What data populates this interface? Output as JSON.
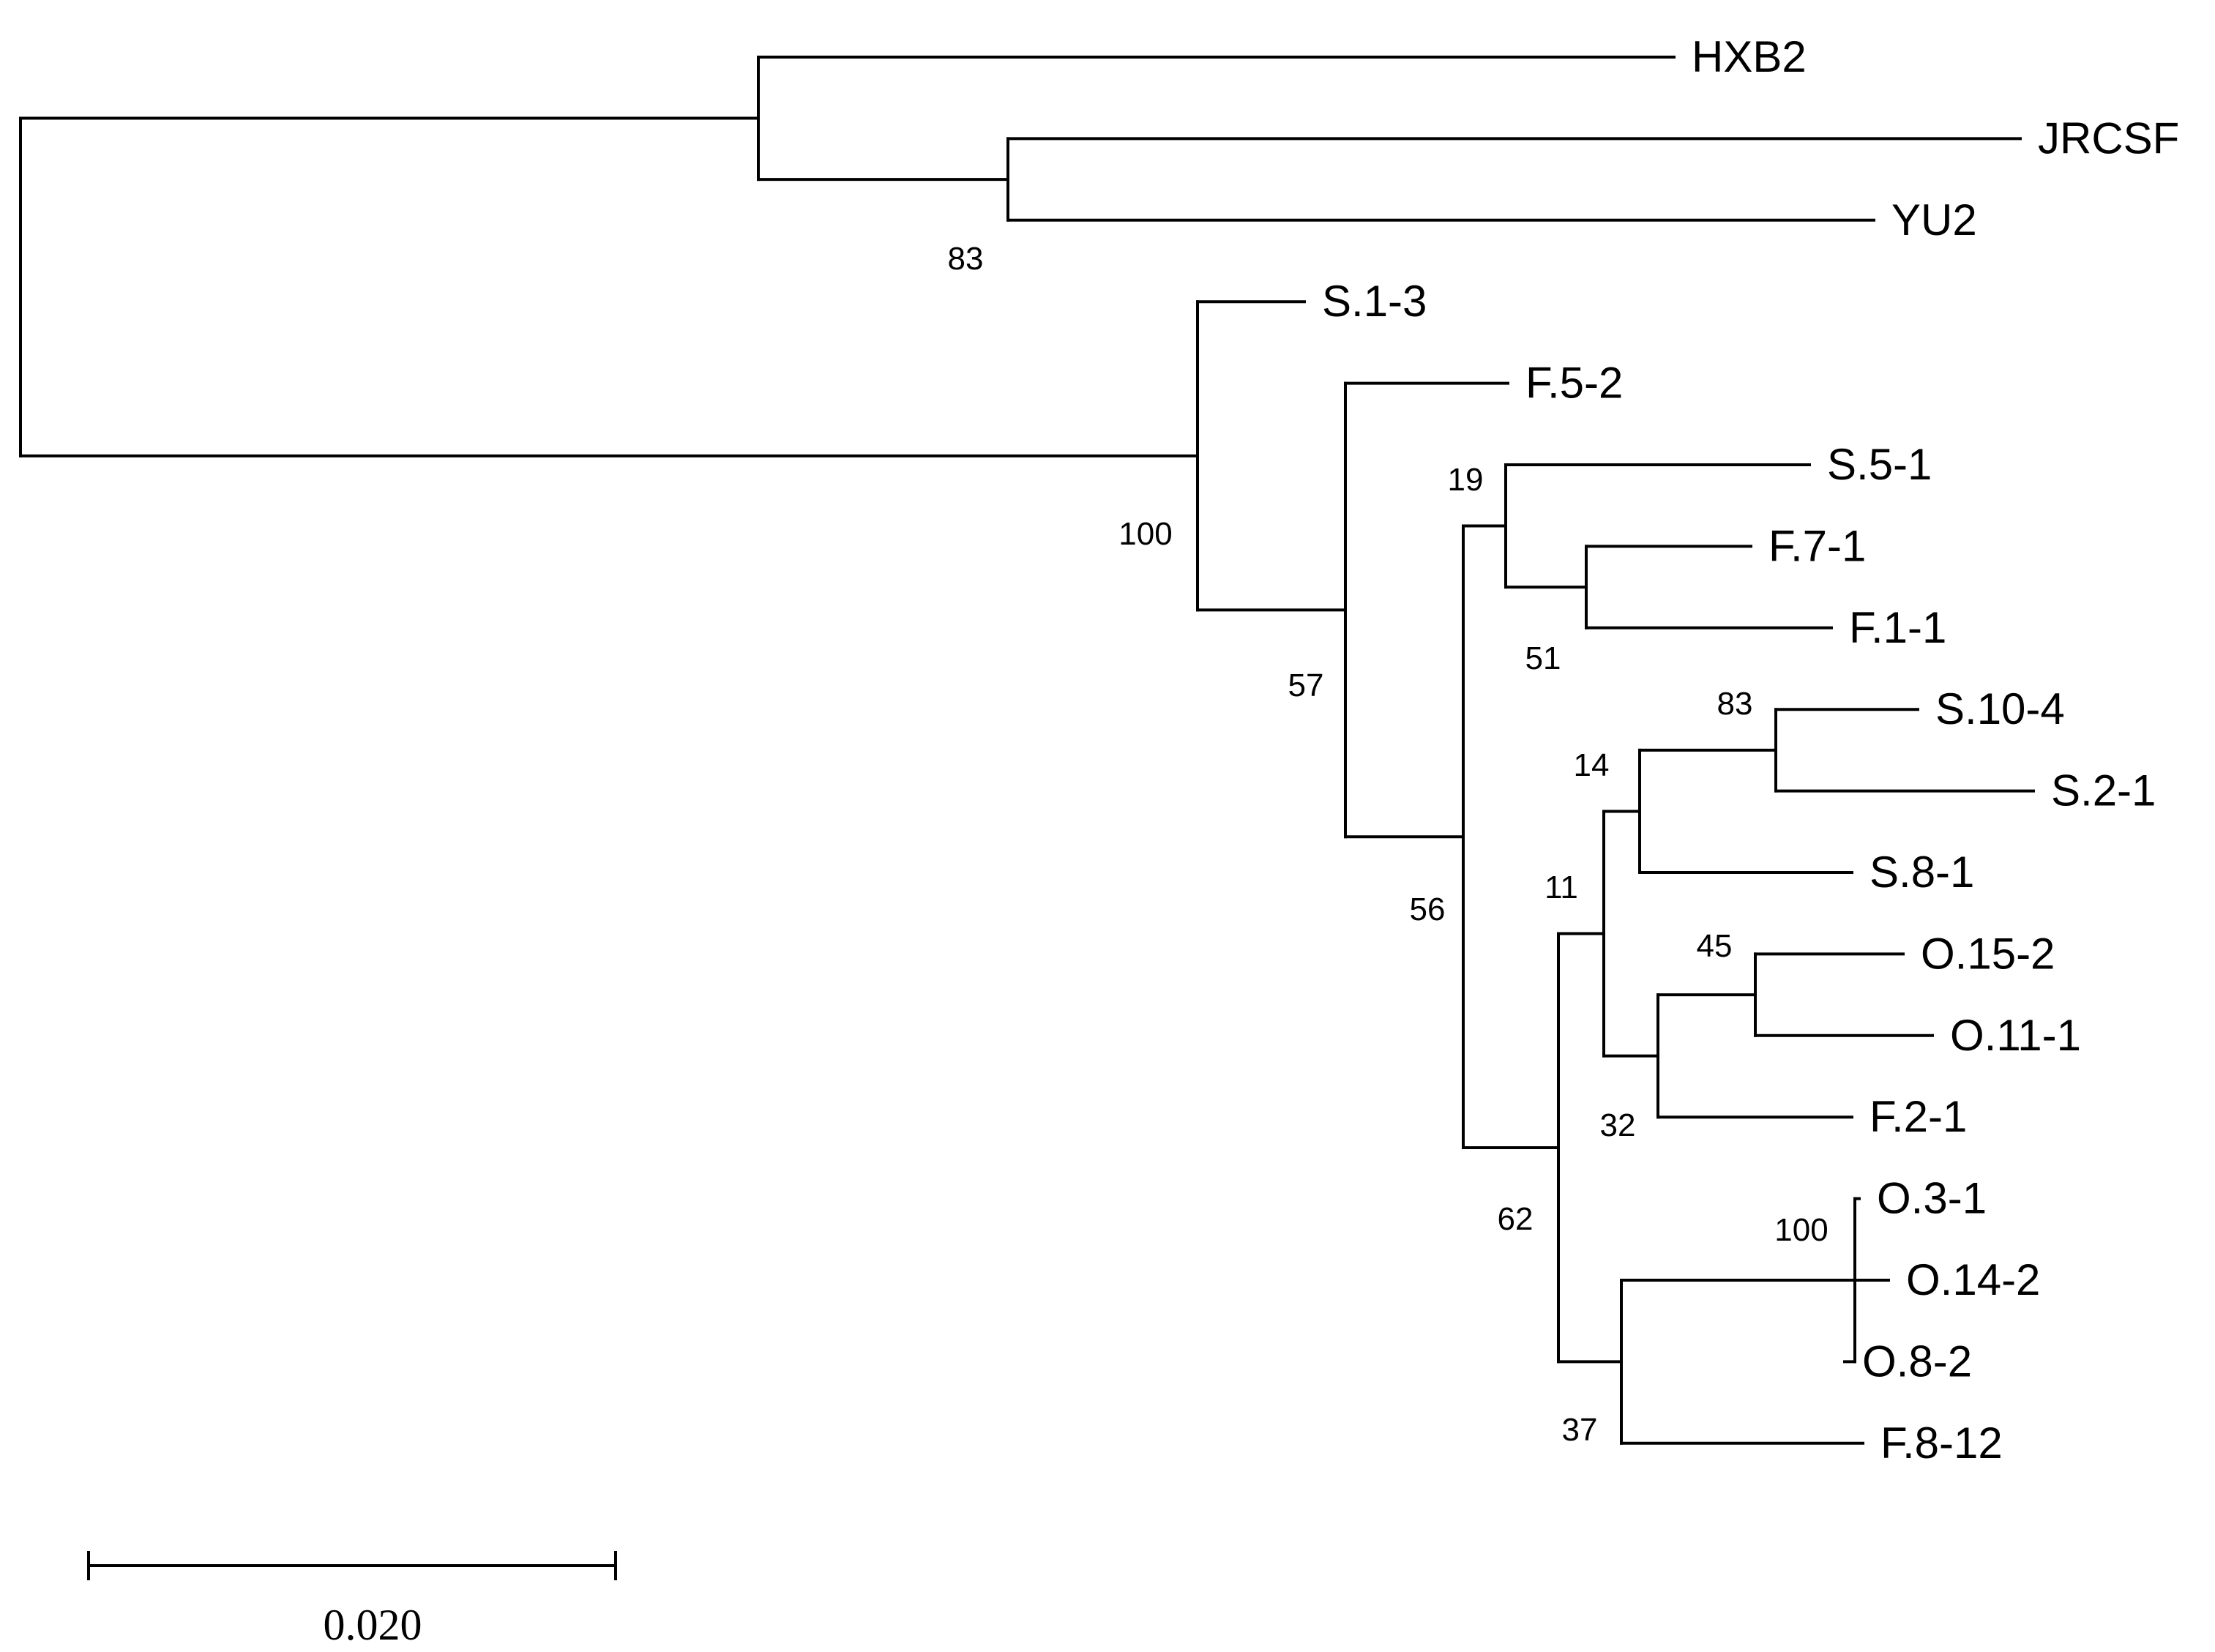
{
  "tree": {
    "root": {
      "children": [
        {
          "children": [
            {
              "label": "HXB2"
            },
            {
              "bootstrap": "83",
              "children": [
                {
                  "label": "JRCSF"
                },
                {
                  "label": "YU2"
                }
              ]
            }
          ]
        },
        {
          "bootstrap": "100",
          "children": [
            {
              "label": "S.1-3"
            },
            {
              "bootstrap": "57",
              "children": [
                {
                  "label": "F.5-2"
                },
                {
                  "bootstrap": "56",
                  "children": [
                    {
                      "bootstrap": "19",
                      "children": [
                        {
                          "label": "S.5-1"
                        },
                        {
                          "bootstrap": "51",
                          "children": [
                            {
                              "label": "F.7-1"
                            },
                            {
                              "label": "F.1-1"
                            }
                          ]
                        }
                      ]
                    },
                    {
                      "bootstrap": "62",
                      "children": [
                        {
                          "bootstrap": "11",
                          "children": [
                            {
                              "bootstrap": "14",
                              "children": [
                                {
                                  "bootstrap": "83",
                                  "children": [
                                    {
                                      "label": "S.10-4"
                                    },
                                    {
                                      "label": "S.2-1"
                                    }
                                  ]
                                },
                                {
                                  "label": "S.8-1"
                                }
                              ]
                            },
                            {
                              "bootstrap": "32",
                              "children": [
                                {
                                  "bootstrap": "45",
                                  "children": [
                                    {
                                      "label": "O.15-2"
                                    },
                                    {
                                      "label": "O.11-1"
                                    }
                                  ]
                                },
                                {
                                  "label": "F.2-1"
                                }
                              ]
                            }
                          ]
                        },
                        {
                          "bootstrap": "37",
                          "children": [
                            {
                              "bootstrap": "100",
                              "children": [
                                {
                                  "label": "O.3-1"
                                },
                                {
                                  "label": "O.14-2"
                                },
                                {
                                  "label": "O.8-2"
                                }
                              ]
                            },
                            {
                              "label": "F.8-12"
                            }
                          ]
                        }
                      ]
                    }
                  ]
                }
              ]
            }
          ]
        }
      ]
    }
  },
  "scale_bar": {
    "label": "0.020"
  }
}
